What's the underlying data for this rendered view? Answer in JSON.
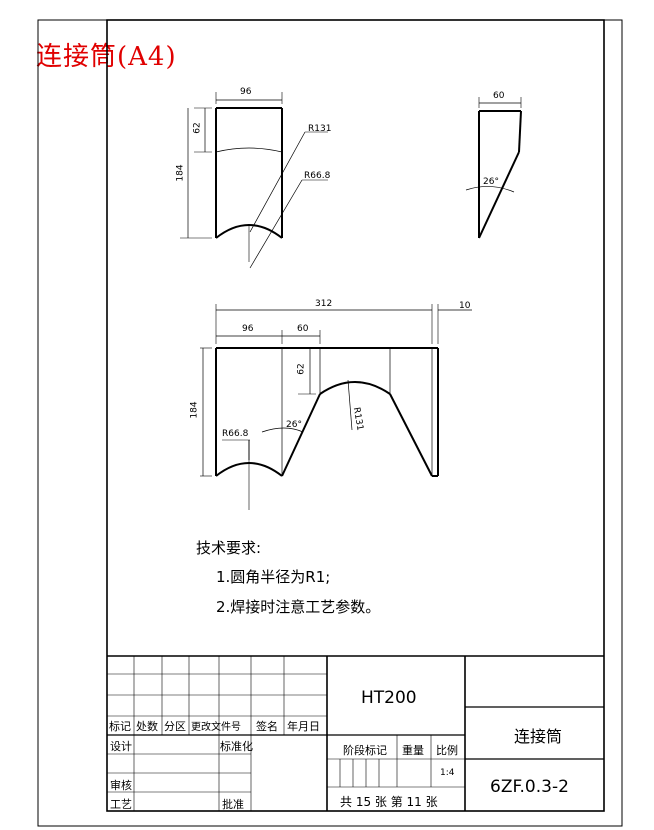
{
  "header": {
    "title": "连接筒(A4)"
  },
  "dims": {
    "top_width": "96",
    "top_height_62": "62",
    "top_height_184": "184",
    "r131": "R131",
    "r668": "R66.8",
    "side_width": "60",
    "angle": "26°",
    "front_total": "312",
    "front_right": "10",
    "front_left": "96",
    "front_mid": "60",
    "front_h62": "62",
    "front_h184": "184",
    "front_r668": "R66.8",
    "front_angle": "26°",
    "front_r131": "R131"
  },
  "notes": {
    "heading": "技术要求:",
    "item1": "1.圆角半径为R1;",
    "item2": "2.焊接时注意工艺参数。"
  },
  "title_block": {
    "col_labels": [
      "标记",
      "处数",
      "分区",
      "更改文件号",
      "签名",
      "年月日"
    ],
    "design": "设计",
    "standardize": "标准化",
    "review": "审核",
    "process": "工艺",
    "approve": "批准",
    "material": "HT200",
    "stage_mark": "阶段标记",
    "weight": "重量",
    "scale_label": "比例",
    "scale": "1:4",
    "sheets": "共 15 张 第 11 张",
    "part_name": "连接筒",
    "drawing_no": "6ZF.0.3-2"
  }
}
